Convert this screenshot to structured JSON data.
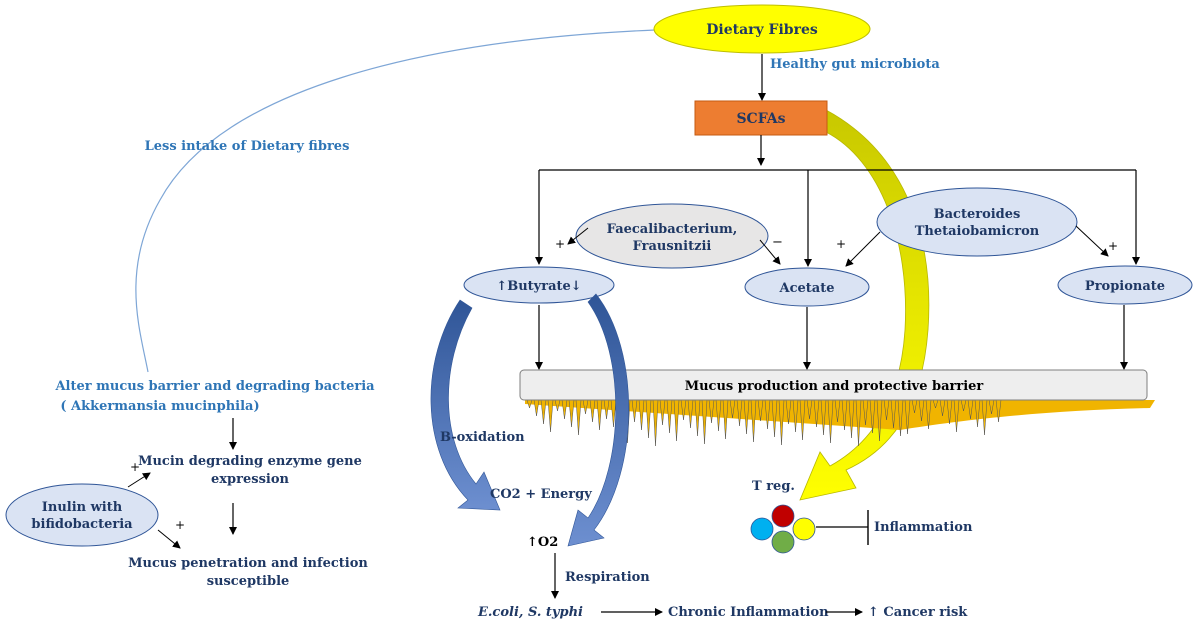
{
  "nodes": {
    "dietary_fibres": "Dietary Fibres",
    "healthy_gut": "Healthy gut microbiota",
    "scfas": "SCFAs",
    "less_intake": "Less intake of Dietary fibres",
    "faecalibacterium_1": "Faecalibacterium,",
    "faecalibacterium_2": "Frausnitzii",
    "bacteroides_1": "Bacteroides",
    "bacteroides_2": "Thetaiobamicron",
    "butyrate": "↑Butyrate↓",
    "acetate": "Acetate",
    "propionate": "Propionate",
    "mucus_barrier": "Mucus production and protective barrier",
    "b_oxidation": "B-oxidation",
    "co2_energy": "CO2 + Energy",
    "o2": "↑O2",
    "respiration": "Respiration",
    "ecoli": "E.coli, S. typhi",
    "chronic_inflammation": "Chronic Inflammation",
    "cancer_risk": "↑ Cancer risk",
    "treg": "T reg.",
    "inflammation": "Inflammation",
    "alter_mucus_1": "Alter mucus barrier and degrading bacteria",
    "alter_mucus_2": "( Akkermansia mucinphila)",
    "mucin_enzyme_1": "Mucin degrading enzyme gene",
    "mucin_enzyme_2": "expression",
    "inulin_1": "Inulin with",
    "inulin_2": "bifidobacteria",
    "mucus_penetration_1": "Mucus penetration and infection",
    "mucus_penetration_2": "susceptible"
  },
  "signs": {
    "plus": "+",
    "minus": "−"
  },
  "colors": {
    "navy": "#1f3864",
    "teal_text": "#2e75b6",
    "yellow": "#ffff00",
    "orange": "#ed7d31",
    "ellipse_fill": "#dae3f3",
    "grey_fill": "#e7e6e6",
    "blue_arrow": "#4472c4",
    "villi": "#f0b400"
  },
  "treg_cells": [
    "#00b0f0",
    "#c00000",
    "#ffff00",
    "#70ad47"
  ]
}
